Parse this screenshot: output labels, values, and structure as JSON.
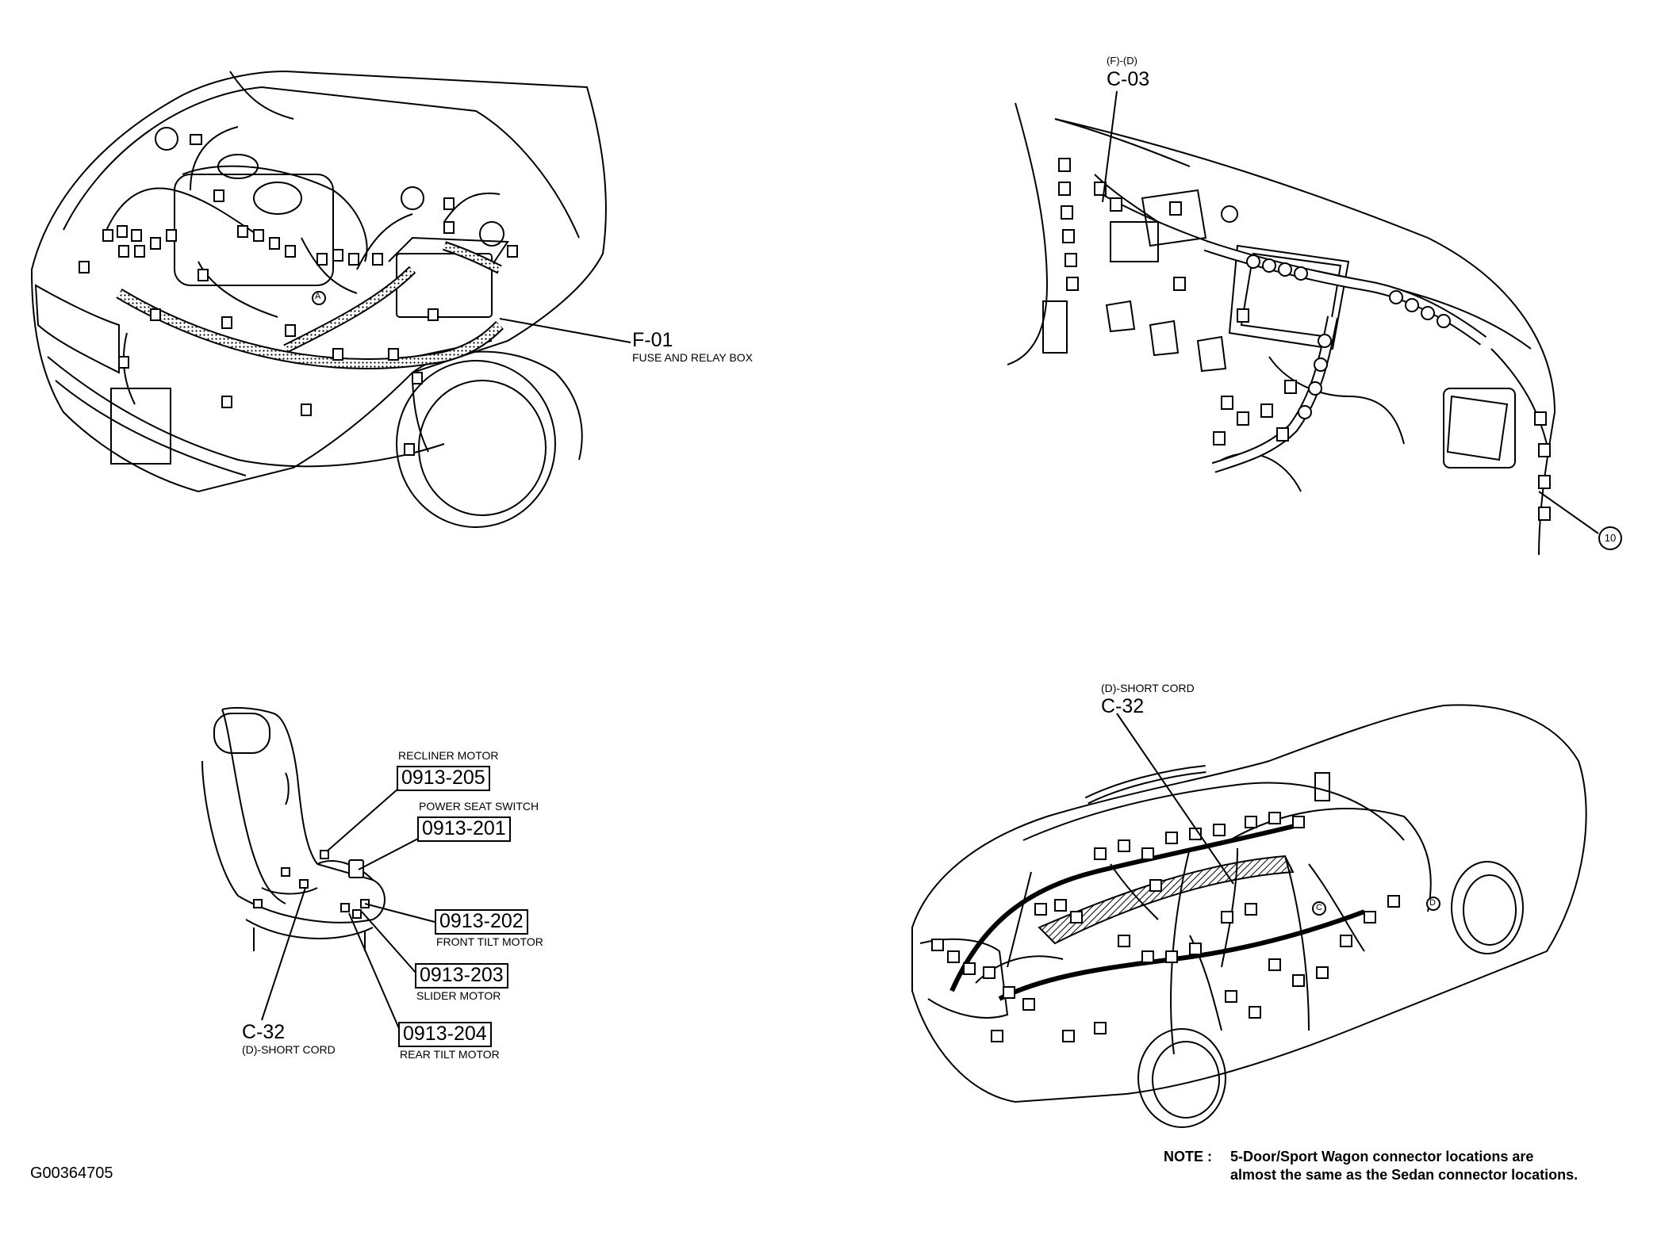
{
  "engine_view": {
    "f01": {
      "code": "F-01",
      "desc": "FUSE AND RELAY BOX"
    },
    "marker": "A"
  },
  "dash_view": {
    "c03": {
      "prefix": "(F)-(D)",
      "code": "C-03"
    },
    "ref": "10"
  },
  "seat_view": {
    "recliner": {
      "label": "RECLINER MOTOR",
      "code": "0913-205"
    },
    "power_seat": {
      "label": "POWER SEAT SWITCH",
      "code": "0913-201"
    },
    "front_tilt": {
      "code": "0913-202",
      "label": "FRONT TILT MOTOR"
    },
    "slider": {
      "code": "0913-203",
      "label": "SLIDER MOTOR"
    },
    "rear_tilt": {
      "code": "0913-204",
      "label": "REAR TILT MOTOR"
    },
    "c32": {
      "code": "C-32",
      "desc": "(D)-SHORT CORD"
    }
  },
  "body_view": {
    "c32": {
      "desc": "(D)-SHORT CORD",
      "code": "C-32"
    },
    "markers": [
      "C",
      "D"
    ]
  },
  "footer": {
    "figure_id": "G00364705",
    "note_key": "NOTE :",
    "note_line1": "5-Door/Sport Wagon connector locations are",
    "note_line2": "almost the same as the Sedan connector locations."
  }
}
